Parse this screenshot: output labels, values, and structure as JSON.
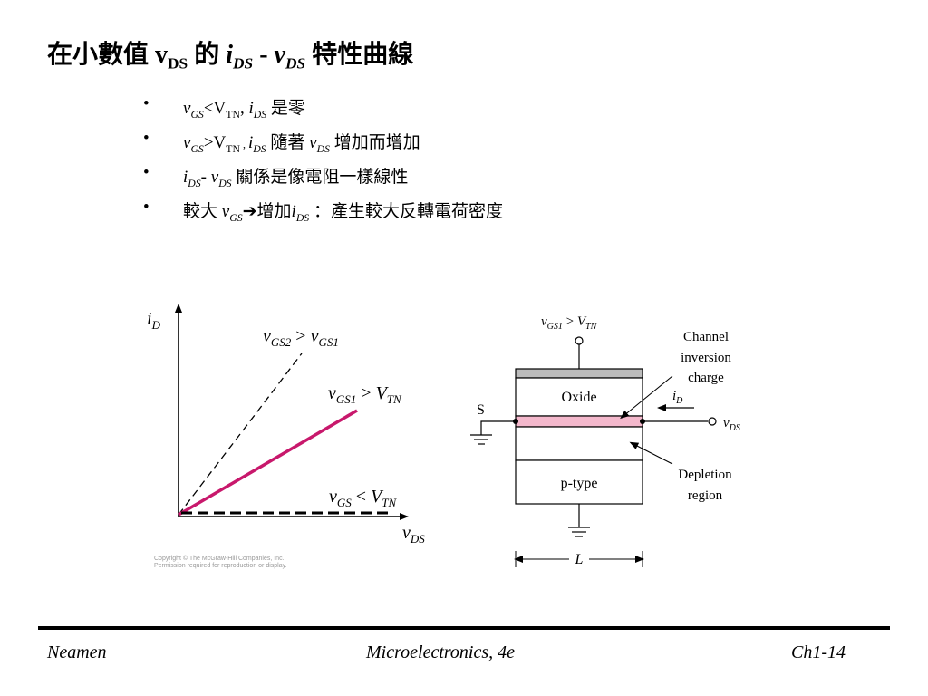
{
  "title": {
    "t1": "在小數值 ",
    "v": "v",
    "DS": "DS",
    "t2": " 的 ",
    "i": "i",
    "DS2": "DS",
    "sep": "-",
    "v2": "v",
    "DS3": "DS",
    "t3": " 特性曲線"
  },
  "bullets": [
    {
      "a": "v",
      "asub": "GS",
      "b": "<V",
      "bsub": "TN",
      "c": ", ",
      "d": "i",
      "dsub": "DS",
      "e": " 是零"
    },
    {
      "a": "v",
      "asub": "GS",
      "b": ">V",
      "bsub": "TN",
      "c": " , ",
      "d": "i",
      "dsub": "DS",
      "e": " 隨著 ",
      "f": "v",
      "fsub": "DS",
      "g": " 增加而增加"
    },
    {
      "a": "i",
      "asub": "DS",
      "b": "- ",
      "c": "v",
      "csub": "DS",
      "d": " 關係是像電阻一樣線性"
    },
    {
      "a": "較大 ",
      "b": "v",
      "bsub": "GS",
      "c": "➔",
      "d": "增加",
      "e": "i",
      "esub": "DS",
      "f": " ：產生較大反轉電荷密度"
    }
  ],
  "graph": {
    "y_axis": "i",
    "y_sub": "D",
    "x_axis": "v",
    "x_sub": "DS",
    "line1_label": {
      "a": "v",
      "asub": "GS2",
      "b": " > ",
      "c": "v",
      "csub": "GS1"
    },
    "line2_label": {
      "a": "v",
      "asub": "GS1",
      "b": " > ",
      "c": "V",
      "csub": "TN"
    },
    "line3_label": {
      "a": "v",
      "asub": "GS",
      "b": " < ",
      "c": "V",
      "csub": "TN"
    },
    "copyright1": "Copyright © The McGraw-Hill Companies, Inc.",
    "copyright2": "Permission required for reproduction or display.",
    "accent": "#c8186c"
  },
  "mos": {
    "gate_label": {
      "a": "v",
      "asub": "GS1",
      "b": " > ",
      "c": "V",
      "csub": "TN"
    },
    "oxide": "Oxide",
    "ptype": "p-type",
    "source": "S",
    "channel1": "Channel",
    "channel2": "inversion",
    "channel3": "charge",
    "id": "i",
    "id_sub": "D",
    "vds": "v",
    "vds_sub": "DS",
    "depl1": "Depletion",
    "depl2": "region",
    "length": "L",
    "channel_color": "#f4b8cc",
    "gate_color": "#bcbcbc"
  },
  "footer": {
    "left": "Neamen",
    "center": "Microelectronics, 4e",
    "right": "Ch1-14"
  }
}
